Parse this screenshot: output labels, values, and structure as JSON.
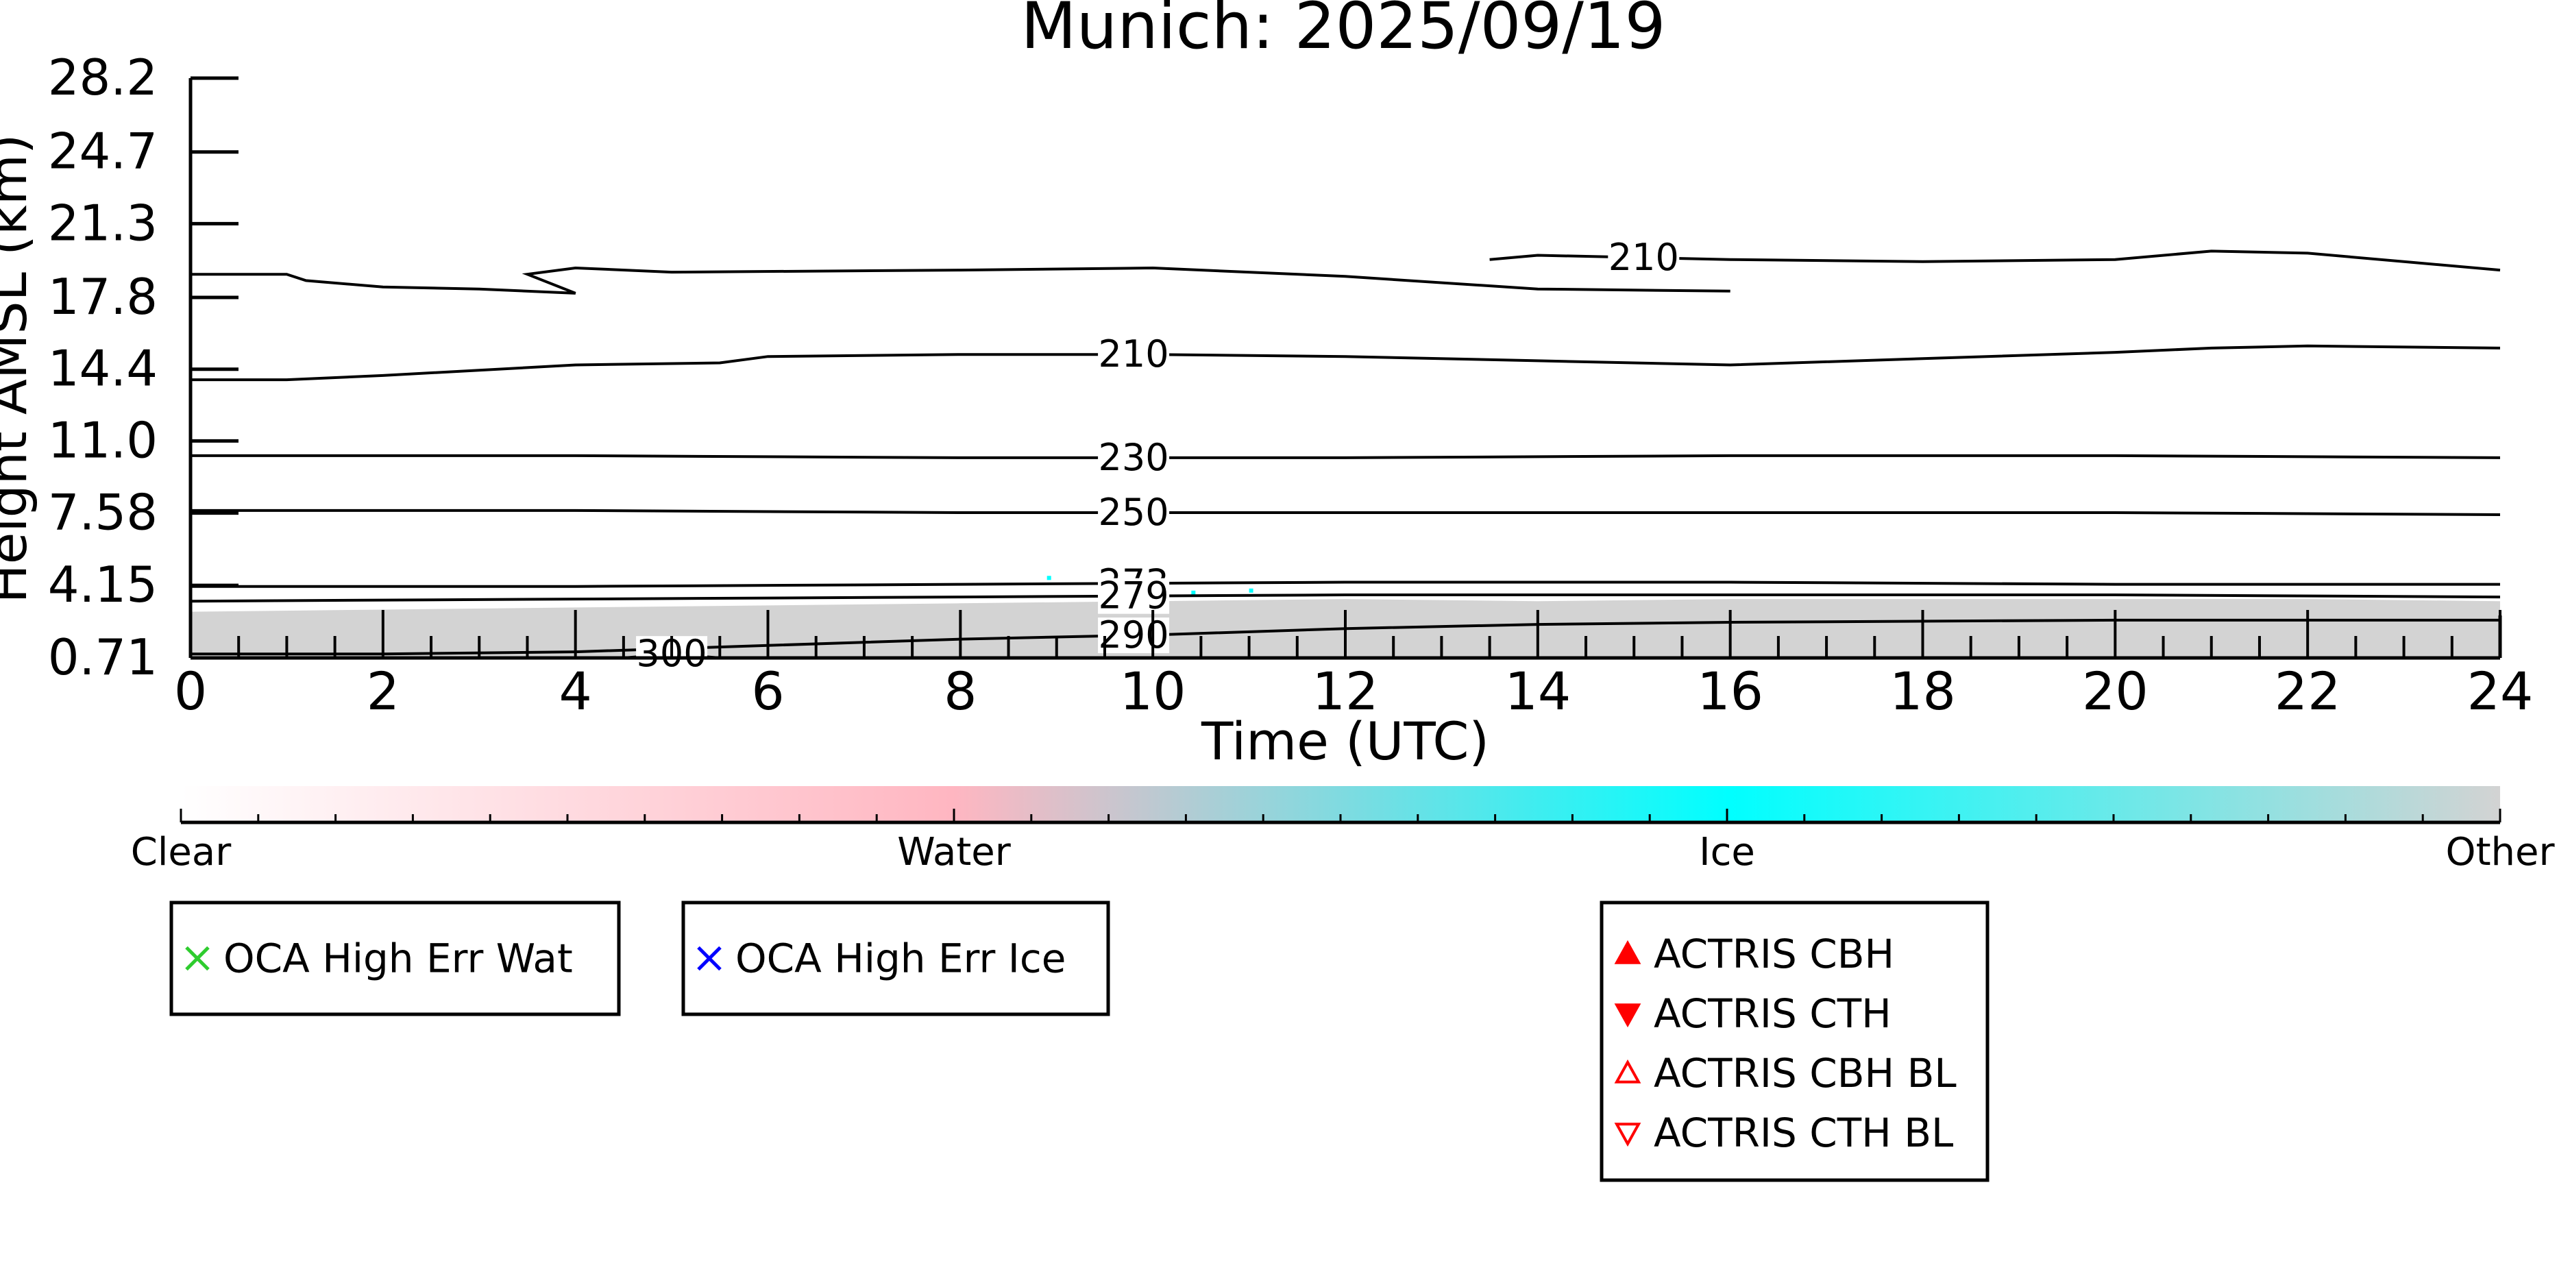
{
  "chart_data": {
    "type": "heatmap",
    "title": "Munich: 2025/09/19",
    "xlabel": "Time (UTC)",
    "ylabel": "Height AMSL (km)",
    "xlim": [
      0,
      24
    ],
    "x_ticks": [
      0,
      2,
      4,
      6,
      8,
      10,
      12,
      14,
      16,
      18,
      20,
      22,
      24
    ],
    "y_tick_labels": [
      "0.71",
      "4.15",
      "7.58",
      "11.0",
      "14.4",
      "17.8",
      "21.3",
      "24.7",
      "28.2"
    ],
    "y_tick_values": [
      0.71,
      4.15,
      7.58,
      11.0,
      14.4,
      17.8,
      21.3,
      24.7,
      28.2
    ],
    "ylim": [
      0.71,
      28.2
    ],
    "grid": false,
    "categories": [
      "Clear",
      "Water",
      "Ice",
      "Other"
    ],
    "category_colors": [
      "#ffffff",
      "#ffb6c1",
      "#00ffff",
      "#d3d3d3"
    ],
    "colorbar_labels": [
      "Clear",
      "Water",
      "Ice",
      "Other"
    ],
    "field_note": "Mostly Other (light grey) below ~3.5 km across the full day; a few Ice pixels near 9-11 UTC",
    "contours": [
      {
        "label": "210",
        "x": [
          0,
          1,
          2,
          4,
          5.5,
          6,
          8,
          10,
          12,
          14,
          16,
          18,
          20,
          21,
          22,
          24
        ],
        "y": [
          13.9,
          13.9,
          14.1,
          14.6,
          14.7,
          15.0,
          15.1,
          15.1,
          15.0,
          14.8,
          14.6,
          14.9,
          15.2,
          15.4,
          15.5,
          15.4
        ]
      },
      {
        "label": "",
        "x": [
          0,
          1,
          1.2,
          2,
          3,
          4,
          3.5,
          4,
          5,
          8,
          10,
          12,
          14,
          16
        ],
        "y": [
          18.9,
          18.9,
          18.6,
          18.3,
          18.2,
          18.0,
          18.9,
          19.2,
          19.0,
          19.1,
          19.2,
          18.8,
          18.2,
          18.1
        ]
      },
      {
        "label": "210",
        "x": [
          13.5,
          14,
          16,
          18,
          20,
          21,
          22,
          24
        ],
        "y": [
          19.6,
          19.8,
          19.6,
          19.5,
          19.6,
          20.0,
          19.9,
          19.1
        ]
      },
      {
        "label": "230",
        "x": [
          0,
          4,
          8,
          12,
          16,
          20,
          24
        ],
        "y": [
          10.3,
          10.3,
          10.2,
          10.2,
          10.3,
          10.3,
          10.2
        ]
      },
      {
        "label": "250",
        "x": [
          0,
          4,
          8,
          12,
          16,
          20,
          24
        ],
        "y": [
          7.7,
          7.7,
          7.6,
          7.6,
          7.6,
          7.6,
          7.5
        ]
      },
      {
        "label": "273",
        "x": [
          0,
          4,
          8,
          12,
          16,
          20,
          24
        ],
        "y": [
          4.1,
          4.1,
          4.2,
          4.3,
          4.3,
          4.2,
          4.2
        ]
      },
      {
        "label": "279",
        "x": [
          0,
          4,
          8,
          12,
          16,
          20,
          24
        ],
        "y": [
          3.4,
          3.5,
          3.6,
          3.7,
          3.7,
          3.7,
          3.6
        ]
      },
      {
        "label": "290",
        "x": [
          0,
          2,
          4,
          6,
          8,
          10,
          12,
          14,
          16,
          20,
          24
        ],
        "y": [
          0.9,
          0.9,
          1.0,
          1.3,
          1.6,
          1.8,
          2.1,
          2.3,
          2.4,
          2.5,
          2.5
        ]
      },
      {
        "label": "300",
        "x": [
          4.5,
          5.0,
          5.5
        ],
        "y": [
          0.71,
          0.9,
          0.71
        ]
      }
    ],
    "legends": [
      {
        "entries": [
          {
            "label": "OCA High Err Wat",
            "marker": "x",
            "color": "#2ecc2e"
          }
        ]
      },
      {
        "entries": [
          {
            "label": "OCA High Err Ice",
            "marker": "x",
            "color": "#0000ff"
          }
        ]
      },
      {
        "entries": [
          {
            "label": "ACTRIS CBH",
            "marker": "triangle-up-filled",
            "color": "#ff0000"
          },
          {
            "label": "ACTRIS CTH",
            "marker": "triangle-down-filled",
            "color": "#ff0000"
          },
          {
            "label": "ACTRIS CBH BL",
            "marker": "triangle-up-open",
            "color": "#ff0000"
          },
          {
            "label": "ACTRIS CTH BL",
            "marker": "triangle-down-open",
            "color": "#ff0000"
          }
        ]
      }
    ]
  }
}
